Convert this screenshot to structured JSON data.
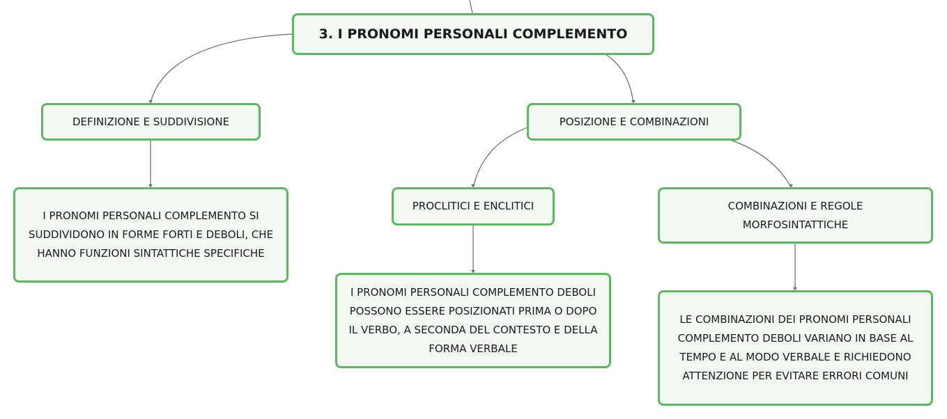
{
  "map": {
    "root": "3. I PRONOMI PERSONALI COMPLEMENTO",
    "definizione": "DEFINIZIONE E SUDDIVISIONE",
    "definizione_detail": "I PRONOMI PERSONALI COMPLEMENTO SI SUDDIVIDONO IN FORME FORTI E DEBOLI, CHE HANNO FUNZIONI SINTATTICHE SPECIFICHE",
    "posizione": "POSIZIONE E COMBINAZIONI",
    "proclitici": "PROCLITICI E ENCLITICI",
    "proclitici_detail": "I PRONOMI PERSONALI COMPLEMENTO DEBOLI POSSONO ESSERE POSIZIONATI PRIMA O DOPO IL VERBO, A SECONDA DEL CONTESTO E DELLA FORMA VERBALE",
    "combinazioni": "COMBINAZIONI E REGOLE MORFOSINTATTICHE",
    "combinazioni_detail": "LE COMBINAZIONI DEI PRONOMI PERSONALI COMPLEMENTO DEBOLI VARIANO IN BASE AL TEMPO E AL MODO VERBALE E RICHIEDONO ATTENZIONE PER EVITARE ERRORI COMUNI"
  },
  "colors": {
    "node_border": "#5cb85f",
    "node_fill": "#f2f9f3",
    "connector": "#666666"
  }
}
